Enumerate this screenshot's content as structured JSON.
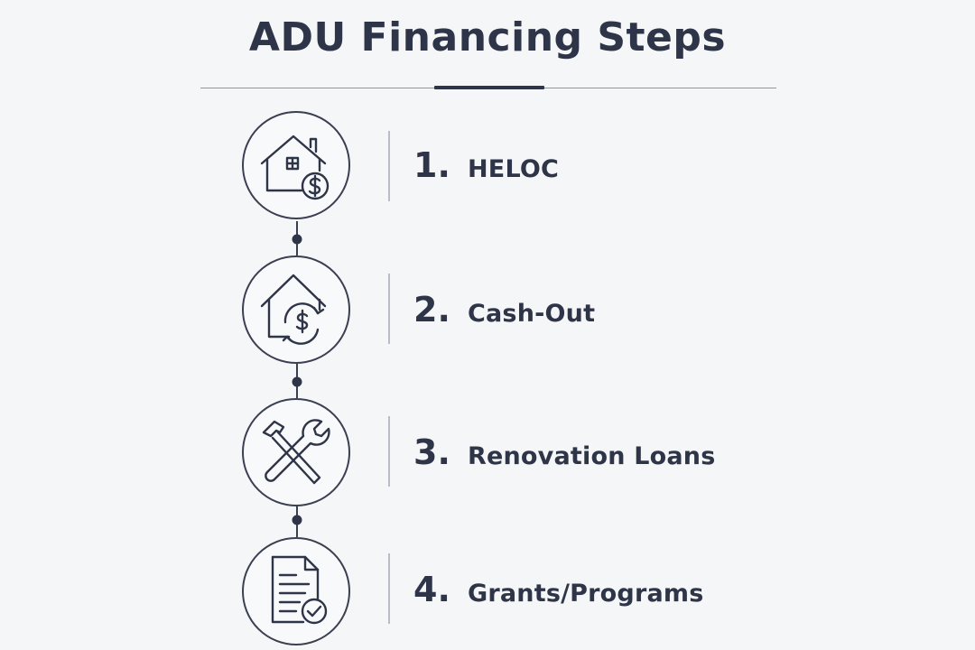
{
  "title": "ADU Financing Steps",
  "steps": [
    {
      "number": "1.",
      "label": "HELOC",
      "icon": "house-dollar-icon"
    },
    {
      "number": "2.",
      "label": "Cash-Out",
      "icon": "house-refinance-icon"
    },
    {
      "number": "3.",
      "label": "Renovation Loans",
      "icon": "hammer-wrench-icon"
    },
    {
      "number": "4.",
      "label": "Grants/Programs",
      "icon": "document-check-icon"
    }
  ],
  "colors": {
    "ink": "#2f3548",
    "background": "#f5f6f7",
    "divider": "#b9bdc6"
  }
}
